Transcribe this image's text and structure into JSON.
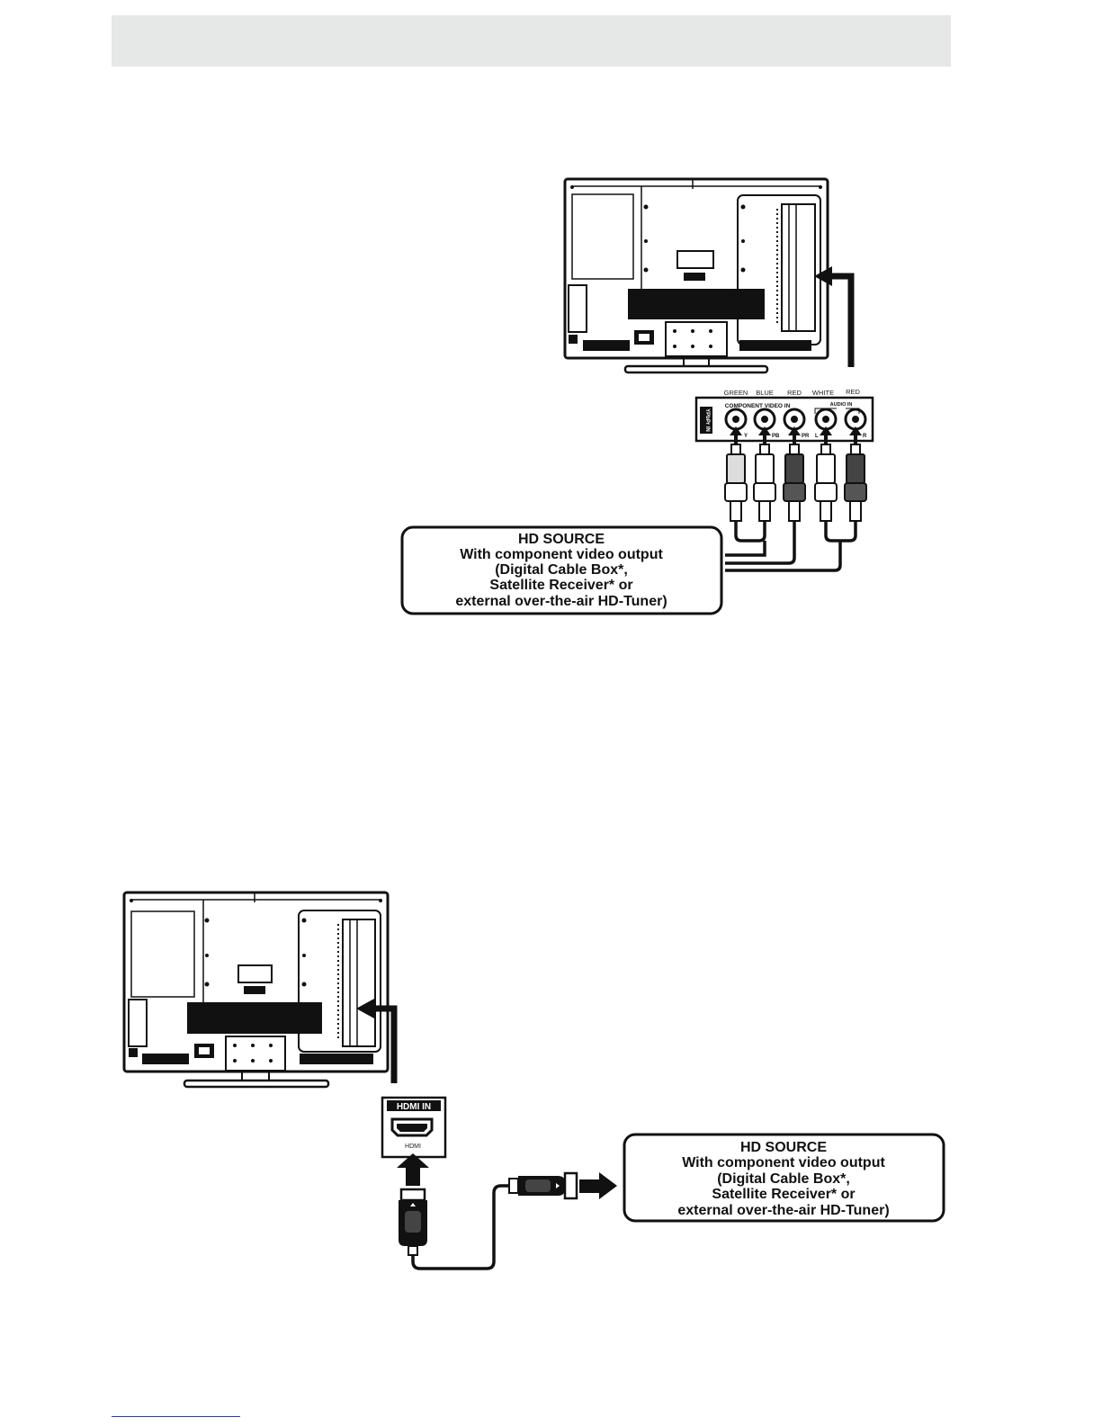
{
  "component": {
    "jack_colors": [
      "GREEN",
      "BLUE",
      "RED",
      "WHITE",
      "RED"
    ],
    "group_video": "COMPONENT VIDEO IN",
    "group_audio": "AUDIO IN",
    "pin_y": "Y",
    "pin_pb": "PB",
    "pin_pr": "PR",
    "pin_l": "L",
    "pin_r": "R",
    "side_tab": "YPbPr IN",
    "source_label": {
      "title": "HD SOURCE",
      "lines": [
        "With component video output",
        "(Digital Cable Box*,",
        "Satellite Receiver* or",
        "external over-the-air HD-Tuner)"
      ]
    }
  },
  "hdmi": {
    "panel_title": "HDMI IN",
    "port_caption": "HDMI",
    "source_label": {
      "title": "HD SOURCE",
      "lines": [
        "With component video output",
        "(Digital Cable Box*,",
        "Satellite Receiver* or",
        "external over-the-air HD-Tuner)"
      ]
    }
  }
}
